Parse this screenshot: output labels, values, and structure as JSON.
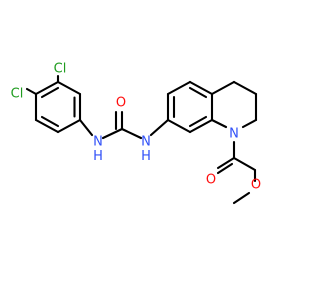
{
  "colors": {
    "bond": "#000000",
    "chlorine": "#1f9c1f",
    "oxygen": "#ff0d0d",
    "nitrogen": "#3050f8",
    "background": "#ffffff"
  },
  "atoms": {
    "cl_top": "Cl",
    "cl_left": "Cl",
    "n_urea_left": "N",
    "n_urea_left_h": "H",
    "o_urea": "O",
    "n_urea_right": "N",
    "n_urea_right_h": "H",
    "n_ring": "N",
    "o_acyl": "O",
    "o_ether": "O"
  }
}
